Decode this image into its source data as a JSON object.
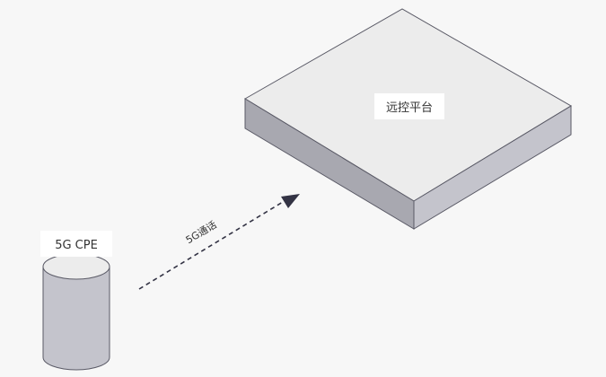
{
  "nodes": {
    "platform": {
      "label": "远控平台"
    },
    "cpe": {
      "label": "5G CPE"
    }
  },
  "link": {
    "label": "5G通话"
  },
  "colors": {
    "background": "#f7f7f7",
    "box_top": "#ececec",
    "box_side_left": "#a8a8b0",
    "box_side_right": "#c4c4cc",
    "cylinder_body": "#c4c4cc",
    "cylinder_top": "#ececec",
    "outline": "#5a5a66",
    "arrow": "#333344"
  }
}
